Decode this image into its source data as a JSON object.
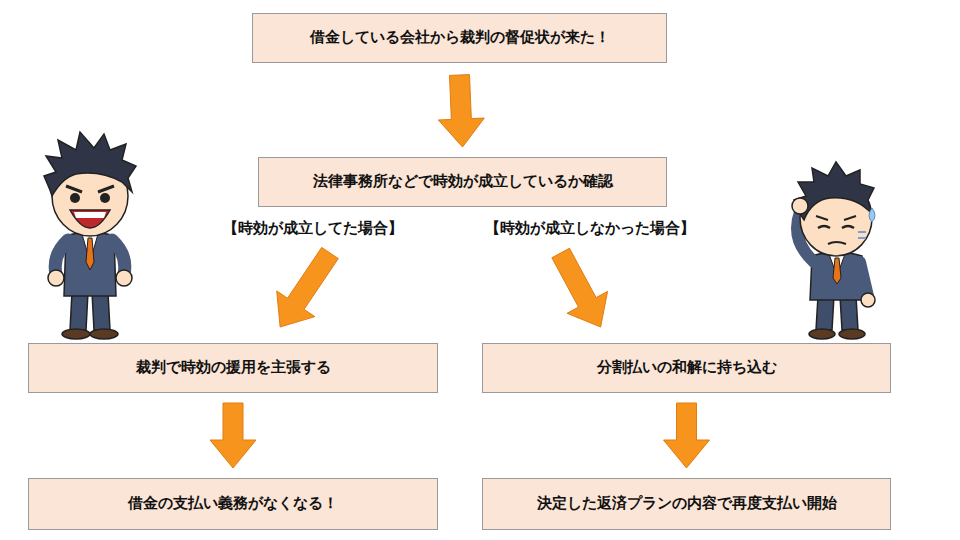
{
  "diagram": {
    "nodes": [
      {
        "text": [
          "借金している会社から裁判の督促状が来た！"
        ]
      },
      {
        "text": [
          "法律事務所などで時効が成立しているか確認"
        ]
      },
      {
        "text": [
          "裁判で時効の援用を主張する"
        ]
      },
      {
        "text": [
          "分割払いの和解に持ち込む"
        ]
      },
      {
        "text": [
          "借金の支払い義務がなくなる！"
        ]
      },
      {
        "text": [
          "決定した返済プランの内容で再度支払い開始"
        ]
      }
    ],
    "edges": [
      {
        "from": 0,
        "to": 1,
        "arrow": "to"
      },
      {
        "from": 1,
        "to": 2,
        "arrow": "to",
        "label": "【時効が成立してた場合】"
      },
      {
        "from": 1,
        "to": 3,
        "arrow": "to",
        "label": "【時効が成立しなかった場合】"
      },
      {
        "from": 2,
        "to": 4,
        "arrow": "to"
      },
      {
        "from": 3,
        "to": 5,
        "arrow": "to"
      }
    ]
  }
}
